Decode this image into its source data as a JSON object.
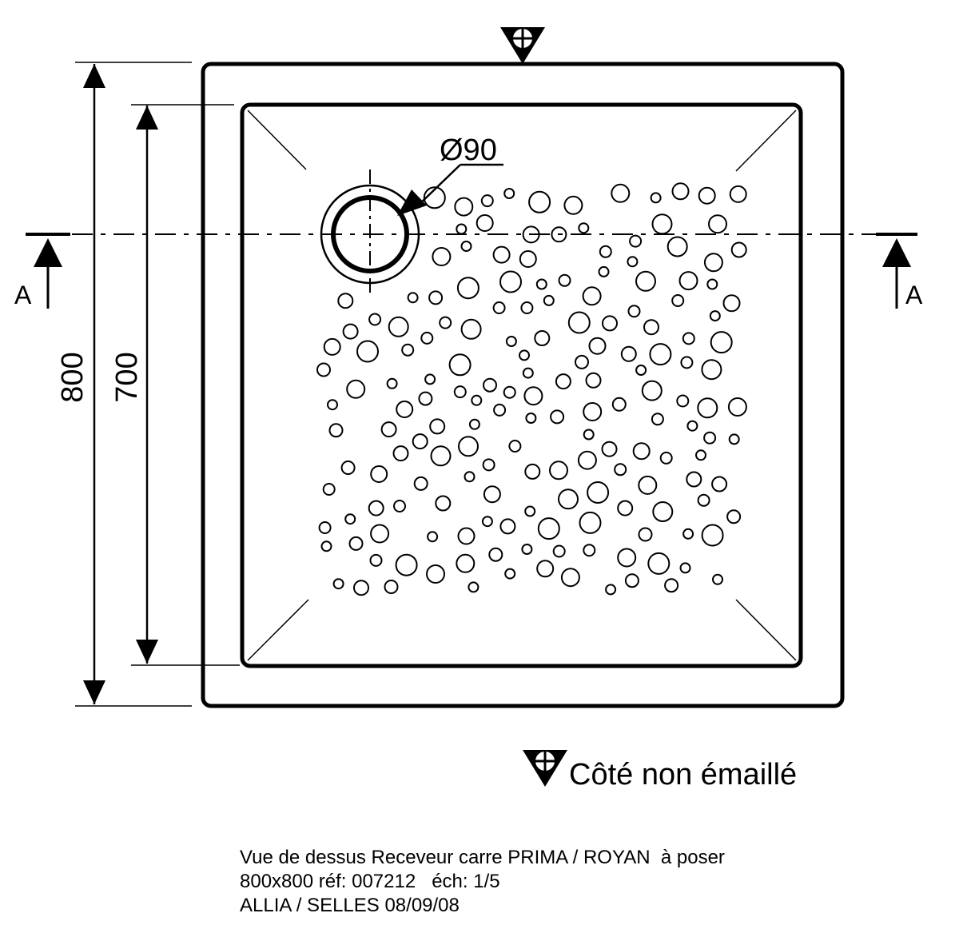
{
  "drawing": {
    "outer_dimension": "800",
    "inner_dimension": "700",
    "drain_diameter": "Ø90",
    "section_mark_left": "A",
    "section_mark_right": "A",
    "legend_text": "Côté non émaillé",
    "legend_icon": "unglazed-side-symbol"
  },
  "caption": {
    "line1": "Vue de dessus Receveur carre PRIMA / ROYAN  à poser",
    "line2": "800x800 réf: 007212   éch: 1/5",
    "line3": "ALLIA / SELLES 08/09/08"
  }
}
